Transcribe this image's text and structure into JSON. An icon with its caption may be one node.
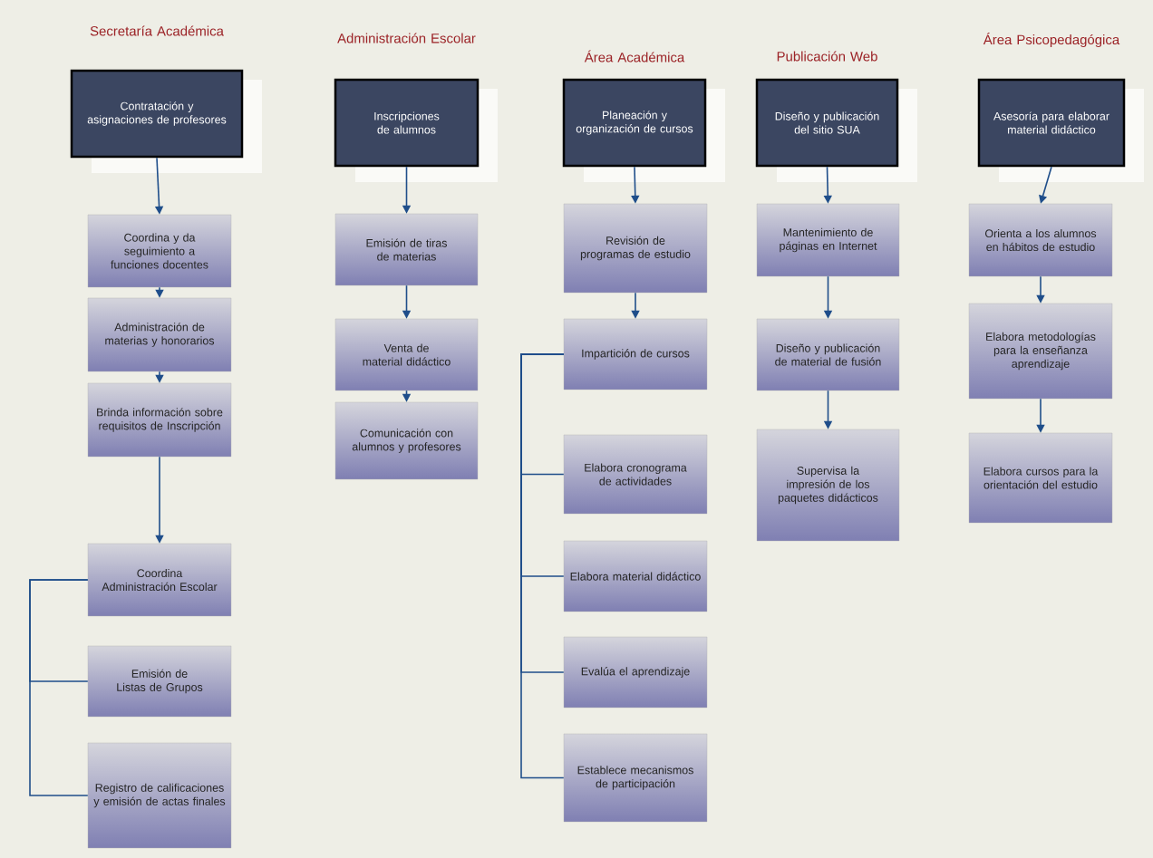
{
  "diagram": {
    "nodes": [
      {
        "text": [
          "Secretaría Académica",
          "Contratación y asignaciones de profesores"
        ]
      },
      {
        "text": [
          "Coordina y da seguimiento a funciones docentes"
        ]
      },
      {
        "text": [
          "Administración de materias y honorarios"
        ]
      },
      {
        "text": [
          "Brinda información sobre requisitos de Inscripción"
        ]
      },
      {
        "text": [
          "Coordina Administración Escolar"
        ]
      },
      {
        "text": [
          "Emisión de Listas de Grupos"
        ]
      },
      {
        "text": [
          "Registro de calificaciones y emisión de actas finales"
        ]
      },
      {
        "text": [
          "Administración Escolar",
          "Inscripciones de alumnos"
        ]
      },
      {
        "text": [
          "Emisión de tiras de materias"
        ]
      },
      {
        "text": [
          "Venta de material didáctico"
        ]
      },
      {
        "text": [
          "Comunicación con alumnos y profesores"
        ]
      },
      {
        "text": [
          "Área Académica",
          "Planeación y organización de cursos"
        ]
      },
      {
        "text": [
          "Revisión de programas de estudio"
        ]
      },
      {
        "text": [
          "Impartición de cursos"
        ]
      },
      {
        "text": [
          "Elabora cronograma de actividades"
        ]
      },
      {
        "text": [
          "Elabora material didáctico"
        ]
      },
      {
        "text": [
          "Evalúa el aprendizaje"
        ]
      },
      {
        "text": [
          "Establece mecanismos de participación"
        ]
      },
      {
        "text": [
          "Publicación Web",
          "Diseño y publicación del sitio SUA"
        ]
      },
      {
        "text": [
          "Mantenimiento de páginas en Internet"
        ]
      },
      {
        "text": [
          "Diseño y publicación de material de fusión"
        ]
      },
      {
        "text": [
          "Supervisa la impresión de los paquetes didácticos"
        ]
      },
      {
        "text": [
          "Área Psicopedagógica",
          "Asesoría para elaborar material didáctico"
        ]
      },
      {
        "text": [
          "Orienta a los alumnos en hábitos de estudio"
        ]
      },
      {
        "text": [
          "Elabora metodologías para la enseñanza aprendizaje"
        ]
      },
      {
        "text": [
          "Elabora cursos para la orientación del estudio"
        ]
      }
    ],
    "edges": [
      {
        "from": 0,
        "to": 1,
        "arrow": "to"
      },
      {
        "from": 1,
        "to": 2,
        "arrow": "to"
      },
      {
        "from": 2,
        "to": 3,
        "arrow": "to"
      },
      {
        "from": 3,
        "to": 4,
        "arrow": "to"
      },
      {
        "from": 4,
        "to": 5,
        "arrow": "none"
      },
      {
        "from": 4,
        "to": 6,
        "arrow": "none"
      },
      {
        "from": 7,
        "to": 8,
        "arrow": "to"
      },
      {
        "from": 8,
        "to": 9,
        "arrow": "to"
      },
      {
        "from": 9,
        "to": 10,
        "arrow": "to"
      },
      {
        "from": 11,
        "to": 12,
        "arrow": "to"
      },
      {
        "from": 12,
        "to": 13,
        "arrow": "to"
      },
      {
        "from": 13,
        "to": 14,
        "arrow": "none"
      },
      {
        "from": 13,
        "to": 15,
        "arrow": "none"
      },
      {
        "from": 13,
        "to": 16,
        "arrow": "none"
      },
      {
        "from": 13,
        "to": 17,
        "arrow": "none"
      },
      {
        "from": 18,
        "to": 19,
        "arrow": "to"
      },
      {
        "from": 19,
        "to": 20,
        "arrow": "to"
      },
      {
        "from": 20,
        "to": 21,
        "arrow": "to"
      },
      {
        "from": 22,
        "to": 23,
        "arrow": "to"
      },
      {
        "from": 23,
        "to": 24,
        "arrow": "to"
      },
      {
        "from": 24,
        "to": 25,
        "arrow": "to"
      }
    ]
  }
}
